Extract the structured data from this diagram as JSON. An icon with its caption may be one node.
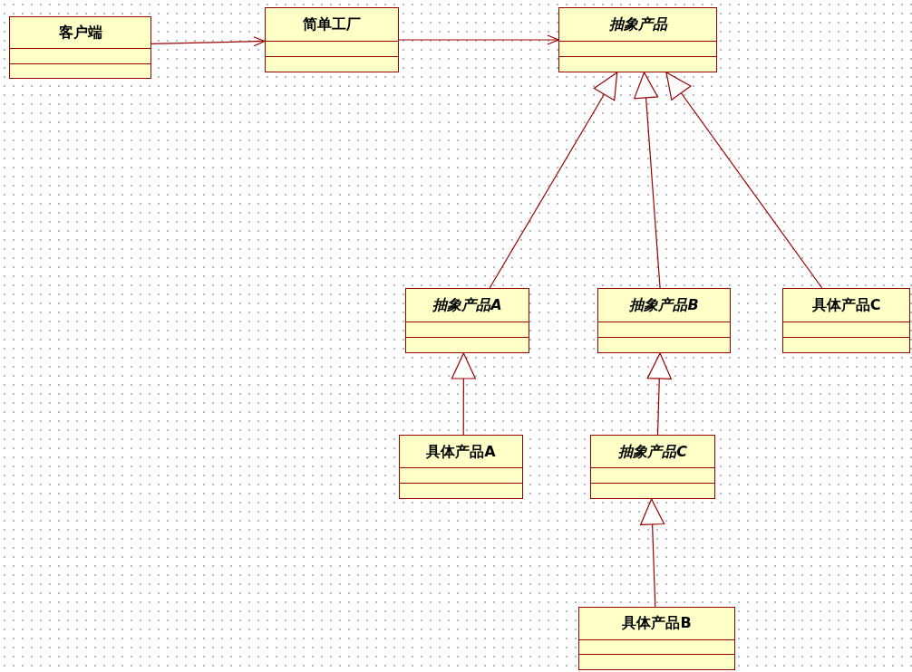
{
  "diagram": {
    "nodes": [
      {
        "text": [
          "客户端"
        ]
      },
      {
        "text": [
          "简单工厂"
        ]
      },
      {
        "text": [
          "抽象产品"
        ]
      },
      {
        "text": [
          "抽象产品A"
        ]
      },
      {
        "text": [
          "抽象产品B"
        ]
      },
      {
        "text": [
          "具体产品C"
        ]
      },
      {
        "text": [
          "具体产品A"
        ]
      },
      {
        "text": [
          "抽象产品C"
        ]
      },
      {
        "text": [
          "具体产品B"
        ]
      }
    ],
    "edges": [
      {
        "from": 0,
        "to": 1,
        "arrow": "to"
      },
      {
        "from": 1,
        "to": 2,
        "arrow": "to"
      },
      {
        "from": 3,
        "to": 2,
        "arrow": "to"
      },
      {
        "from": 4,
        "to": 2,
        "arrow": "to"
      },
      {
        "from": 5,
        "to": 2,
        "arrow": "to"
      },
      {
        "from": 6,
        "to": 3,
        "arrow": "to"
      },
      {
        "from": 7,
        "to": 4,
        "arrow": "to"
      },
      {
        "from": 8,
        "to": 7,
        "arrow": "to"
      }
    ]
  }
}
